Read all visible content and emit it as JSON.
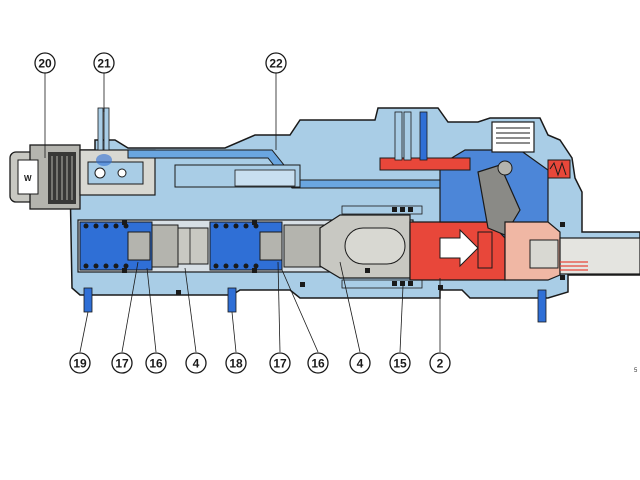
{
  "diagram": {
    "callouts": {
      "c20": "20",
      "c21": "21",
      "c22": "22",
      "c19": "19",
      "c17a": "17",
      "c16a": "16",
      "c4a": "4",
      "c18": "18",
      "c17b": "17",
      "c16b": "16",
      "c4b": "4",
      "c15": "15",
      "c2": "2"
    },
    "corner_mark": "5"
  },
  "colors": {
    "outline": "#1a1a1a",
    "housing_blue": "#a9cde6",
    "fluid_blue": "#2f6fd6",
    "piston_gray": "#b4b4ae",
    "red_chamber": "#e8473a",
    "pink_chamber": "#f0b7a4"
  }
}
